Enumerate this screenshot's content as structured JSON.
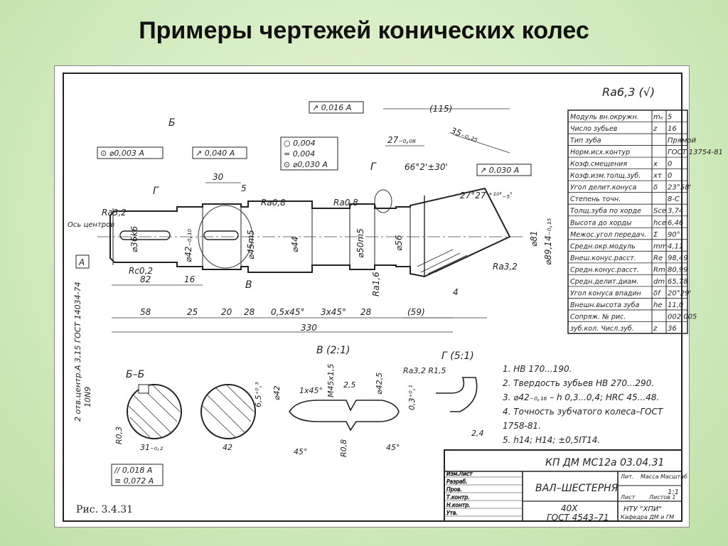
{
  "slide": {
    "title": "Примеры чертежей конических колес"
  },
  "roughness_general": "Ra6,3 (√)",
  "params": [
    [
      "Модуль вн.окружн.",
      "mₑ",
      "5"
    ],
    [
      "Число зубьев",
      "z",
      "16"
    ],
    [
      "Тип зуба",
      "",
      "Прямой"
    ],
    [
      "Норм.исх.контур",
      "",
      "ГОСТ 13754-81"
    ],
    [
      "Коэф.смещения",
      "x",
      "0"
    ],
    [
      "Коэф.изм.толщ.зуб.",
      "xτ",
      "0"
    ],
    [
      "Угол делит.конуса",
      "δ",
      "23°58'"
    ],
    [
      "Степень точн.",
      "",
      "8-С"
    ],
    [
      "Толщ.зуба по хорде",
      "Sce",
      "3,74"
    ],
    [
      "Высота до хорды",
      "hce",
      "6,46"
    ],
    [
      "Межос.угол передач.",
      "Σ",
      "90°"
    ],
    [
      "Средн.окр.модуль",
      "mm",
      "4,11"
    ],
    [
      "Внеш.конус.расст.",
      "Re",
      "98,49"
    ],
    [
      "Средн.конус.расст.",
      "Rm",
      "80,99"
    ],
    [
      "Средн.делит.диам.",
      "dm",
      "65,78"
    ],
    [
      "Угол конуса впадин",
      "δf",
      "20°29'"
    ],
    [
      "Внешн.высота зуба",
      "he",
      "11,0"
    ],
    [
      "Сопряж. № рис.",
      "",
      "002.005"
    ],
    [
      "зуб.кол. Числ.зуб.",
      "z",
      "36"
    ]
  ],
  "tolerances": {
    "t1": "⊙ ⌀0,003 A",
    "t2": "↗ 0,040 A",
    "t3a": "○ 0,004",
    "t3b": "= 0,004",
    "t3c": "⊙ ⌀0,030 A",
    "t4": "↗ 0,016 A",
    "t5": "↗ 0,030 A",
    "t6a": "// 0,018 A",
    "t6b": "≡ 0,072 A"
  },
  "dims": {
    "d115": "(115)",
    "d27": "27₋₀,₀₈",
    "d35": "35₋₀,₂₅",
    "angle1": "66°2'±30'",
    "angle2": "27°27'⁺¹⁰'₋₅'",
    "d30": "30",
    "d5": "5",
    "ra32a": "Ra3,2",
    "ra08a": "Ra0,8",
    "ra08b": "Ra0,8",
    "rc02": "Rc0,2",
    "ra16": "Ra1,6",
    "ra32b": "Ra3,2",
    "d36": "⌀36k6",
    "d42a": "⌀42₋₀,₁₀",
    "d45": "⌀45m5",
    "d44": "⌀44",
    "d50": "⌀50m5",
    "d56": "⌀56",
    "d81": "⌀81",
    "d89": "⌀89,14₋₀,₁₅",
    "d82": "82",
    "d16": "16",
    "d4": "4",
    "d58": "58",
    "d25": "25",
    "d20": "20",
    "d28a": "28",
    "d05": "0,5x45°",
    "d3x45": "3x45°",
    "d28b": "28",
    "d59": "(59)",
    "d330": "330",
    "axis": "Ось центров",
    "datum": "A",
    "gost_side": "2 отв.центр.А 3,15 ГОСТ 14034-74",
    "g1": "Г",
    "g2": "Г",
    "v": "В",
    "b": "Б"
  },
  "sections": {
    "bb_title": "Б–Б",
    "bb_10n9": "10N9",
    "bb_r03": "R0,3",
    "bb_31": "31₋₀,₂",
    "bb_42": "42",
    "bb_65": "6,5⁺⁰,³",
    "v_title": "В (2:1)",
    "v_42": "⌀42",
    "v_1x45": "1x45°",
    "v_m45": "М45x1,5",
    "v_25": "2,5",
    "v_425": "⌀42,5",
    "v_r08": "R0,8",
    "v_45a": "45°",
    "v_45b": "45°",
    "g_title": "Г (5:1)",
    "g_ra": "Ra3,2  R1,5",
    "g_03": "0,3⁺⁰,¹",
    "g_24": "2,4"
  },
  "notes": [
    "1. НВ 170...190.",
    "2. Твердость зубьев НВ 270...290.",
    "3. ⌀42₋₀,₁₆ – h 0,3...0,4; HRC 45...48.",
    "4. Точность зубчатого колеса–ГОСТ",
    "    1758-81.",
    "5. h14;   H14;   ±0,5IT14."
  ],
  "title_block": {
    "code": "КП ДМ МС12а 03.04.31",
    "name": "ВАЛ–ШЕСТЕРНЯ",
    "material1": "40Х",
    "material2": "ГОСТ 4543–71",
    "scale": "1:1",
    "lit": "Лит.",
    "mass": "Масса",
    "mashtab": "Масштаб",
    "sheet": "Лист",
    "sheets": "Листов 1",
    "org1": "НТУ \"ХПИ\"",
    "org2": "Кафедра ДМ и ГМ",
    "rows": [
      "Изм.Лист",
      "Разраб.",
      "Пров.",
      "Т.контр.",
      "Н.контр.",
      "Утв."
    ]
  },
  "figure_caption": "Рис. 3.4.31"
}
